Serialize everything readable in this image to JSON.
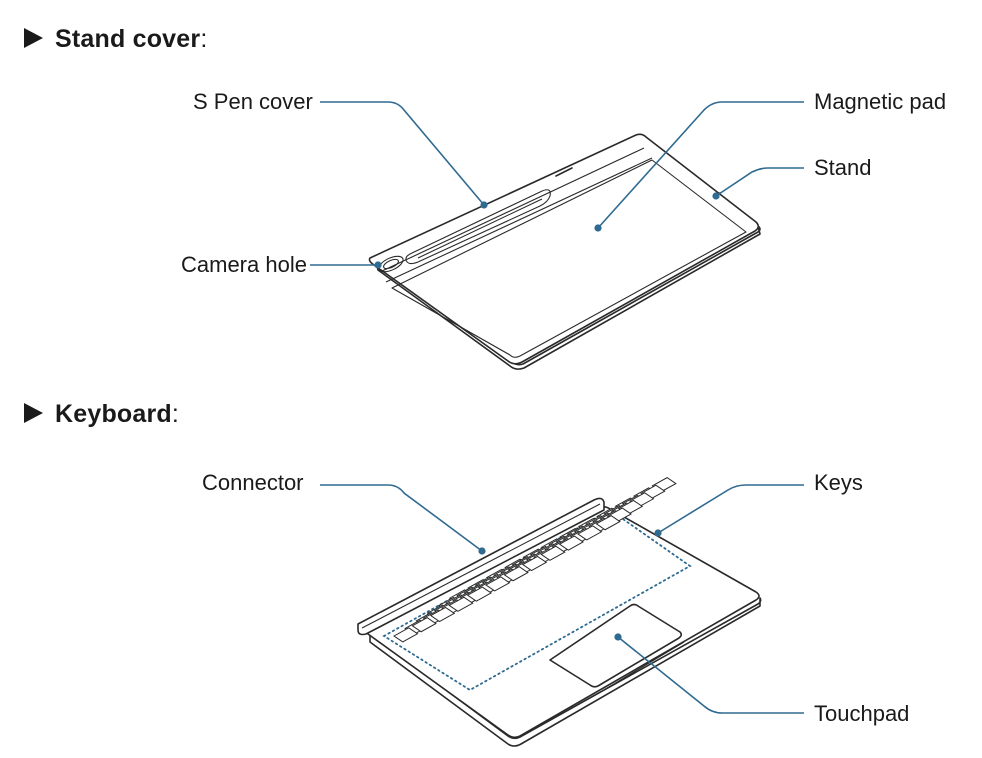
{
  "sections": [
    {
      "title": "Stand cover",
      "colon": ":"
    },
    {
      "title": "Keyboard",
      "colon": ":"
    }
  ],
  "stand_cover": {
    "labels": {
      "s_pen_cover": "S Pen cover",
      "camera_hole": "Camera hole",
      "magnetic_pad": "Magnetic pad",
      "stand": "Stand"
    }
  },
  "keyboard": {
    "labels": {
      "connector": "Connector",
      "keys": "Keys",
      "touchpad": "Touchpad"
    }
  },
  "colors": {
    "callout": "#2f6a91",
    "ink": "#2a2a2a"
  }
}
